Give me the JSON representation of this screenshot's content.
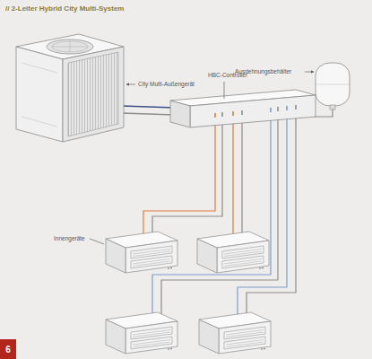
{
  "diagram": {
    "title": "// 2-Leiter Hybrid City Multi-System",
    "nodes": [
      {
        "text": [
          "6"
        ]
      }
    ],
    "labels": [
      "City Multi-Außengerät",
      "HBC-Controller",
      "Ausdehnungsbehälter",
      "Innengeräte"
    ]
  }
}
